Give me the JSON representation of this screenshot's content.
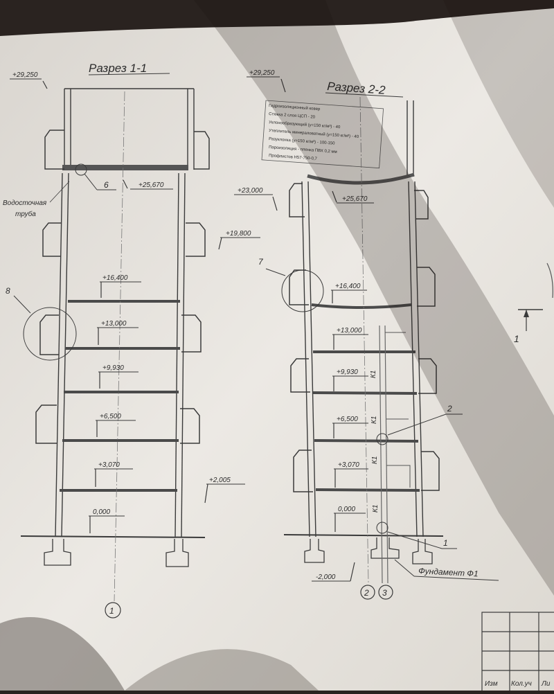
{
  "section_1": {
    "title": "Разрез 1-1",
    "top_mark": "+29,250",
    "levels": [
      "+25,670",
      "+19,800",
      "+16,400",
      "+13,000",
      "+9,930",
      "+6,500",
      "+3,070",
      "+2,005",
      "0,000"
    ],
    "label_drainpipe_line1": "Водосточная",
    "label_drainpipe_line2": "труба",
    "node_6": "6",
    "node_8": "8",
    "axis": "1"
  },
  "section_2": {
    "title": "Разрез 2-2",
    "top_mark": "+29,250",
    "levels": [
      "+23,000",
      "+25,670",
      "+16,400",
      "+13,000",
      "+9,930",
      "+6,500",
      "+3,070",
      "0,000",
      "-2,000"
    ],
    "roof_layers": [
      "Гидроизоляционный ковер",
      "Стяжка 2 слоя ЦСП - 20",
      "Уклонообразующий (у=150 кг/м³) - 40",
      "Утеплитель минераловатный (у=150 кг/м³) - 40",
      "Разуклонка (у=150 кг/м³) - 100-150",
      "Пароизоляция - пленка ПВХ 0,2 мм",
      "Профлистов Н57-750-0,7"
    ],
    "column_marks": [
      "К1",
      "К1",
      "К1",
      "К1"
    ],
    "node_7": "7",
    "node_2": "2",
    "node_1": "1",
    "foundation_label": "Фундамент Ф1",
    "axes": [
      "2",
      "3"
    ]
  },
  "right_margin": {
    "section_marker": "1"
  },
  "title_block": {
    "labels": [
      "Изм",
      "Кол.уч",
      "Ли"
    ]
  },
  "colors": {
    "paper": "#e8e4dd",
    "ink": "#3a3a3a",
    "shadow": "#2a2320"
  }
}
